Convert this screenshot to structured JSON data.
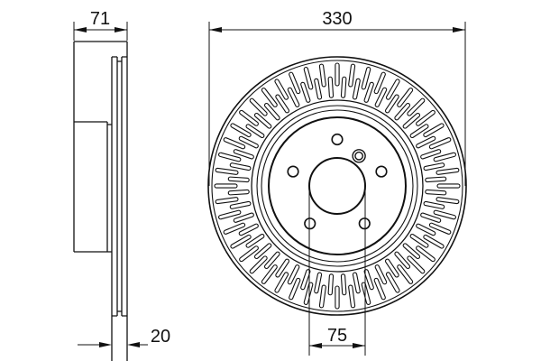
{
  "figure": {
    "type": "technical-drawing",
    "subject": "vented brake disc - side elevation and front view",
    "background_color": "#ffffff",
    "line_color": "#111111"
  },
  "side_view": {
    "overall_height_label": "71",
    "ring_thickness_label": "20"
  },
  "front_view": {
    "outer_diameter_label": "330",
    "bore_diameter_label": "75"
  }
}
